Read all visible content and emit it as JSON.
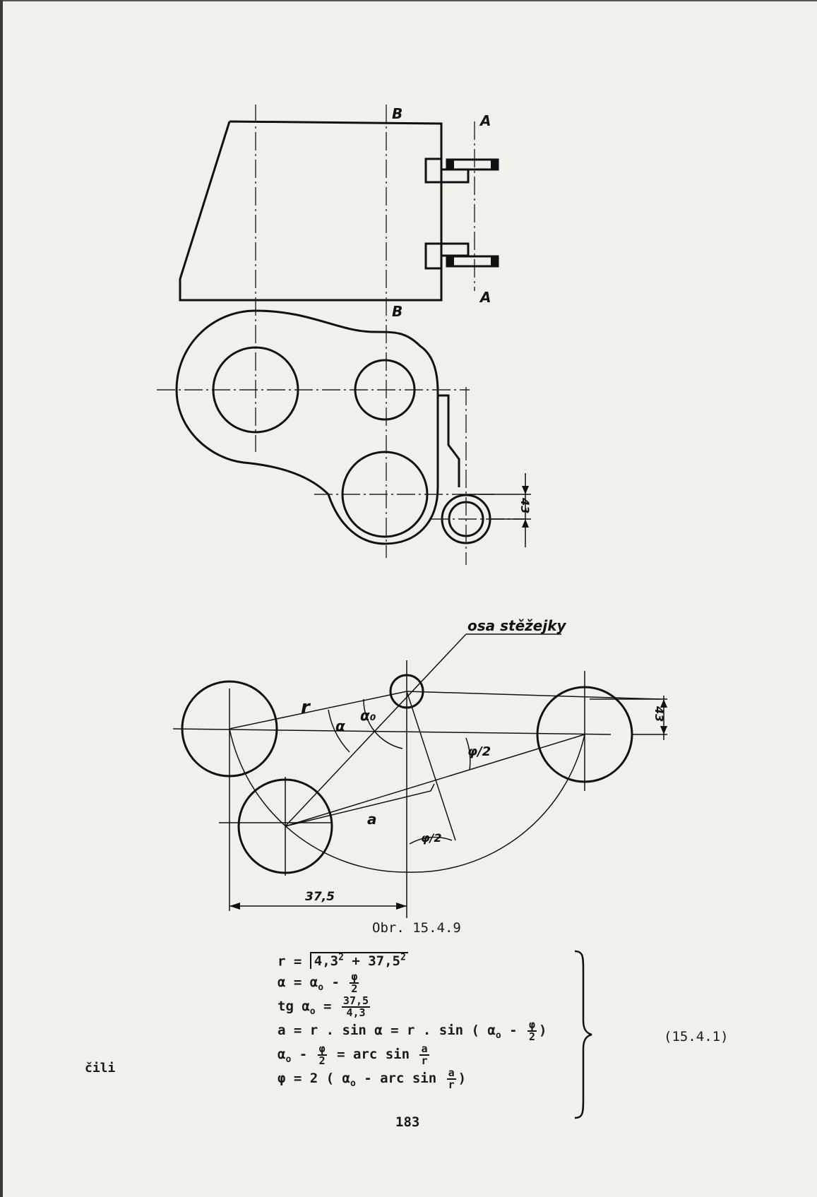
{
  "figure": {
    "section_labels": {
      "A_top": "A",
      "A_bottom": "A",
      "B_top": "B",
      "B_bottom": "B"
    },
    "dim_43_top": "43",
    "dim_43_bottom": "43",
    "label_osa": "osa stěžejky",
    "label_r": "r",
    "label_a": "a",
    "label_alpha_symbol": "α",
    "label_alpha0": "α₀",
    "label_phi_half_1": "φ/2",
    "label_phi_half_2": "φ/2",
    "dim_375": "37,5",
    "caption": "Obr. 15.4.9"
  },
  "formulas": {
    "line1_lhs": "r = ",
    "line1_root": "4,3",
    "line1_exp1": "2",
    "line1_plus": " + 37,5",
    "line1_exp2": "2",
    "line2_lhs": "α = α",
    "line2_sub": "o",
    "line2_minus": " - ",
    "line2_num": "φ",
    "line2_den": "2",
    "line3_lhs": "tg α",
    "line3_sub": "o",
    "line3_eq": " = ",
    "line3_num": "37,5",
    "line3_den": "4,3",
    "line4_text": "a = r . sin α = r . sin ( α",
    "line4_sub": "o",
    "line4_minus": " - ",
    "line4_num": "φ",
    "line4_den": "2",
    "line4_close": ")",
    "line5_lhs": "α",
    "line5_sub": "o",
    "line5_minus": " - ",
    "line5_num": "φ",
    "line5_den": "2",
    "line5_mid": " = arc sin ",
    "line5_fnum": "a",
    "line5_fden": "r",
    "line6_lhs": "φ = 2 ( α",
    "line6_sub": "o",
    "line6_mid": " - arc sin ",
    "line6_fnum": "a",
    "line6_fden": "r",
    "line6_close": ")"
  },
  "equation_number": "(15.4.1)",
  "side_word": "čili",
  "page_number": "183"
}
